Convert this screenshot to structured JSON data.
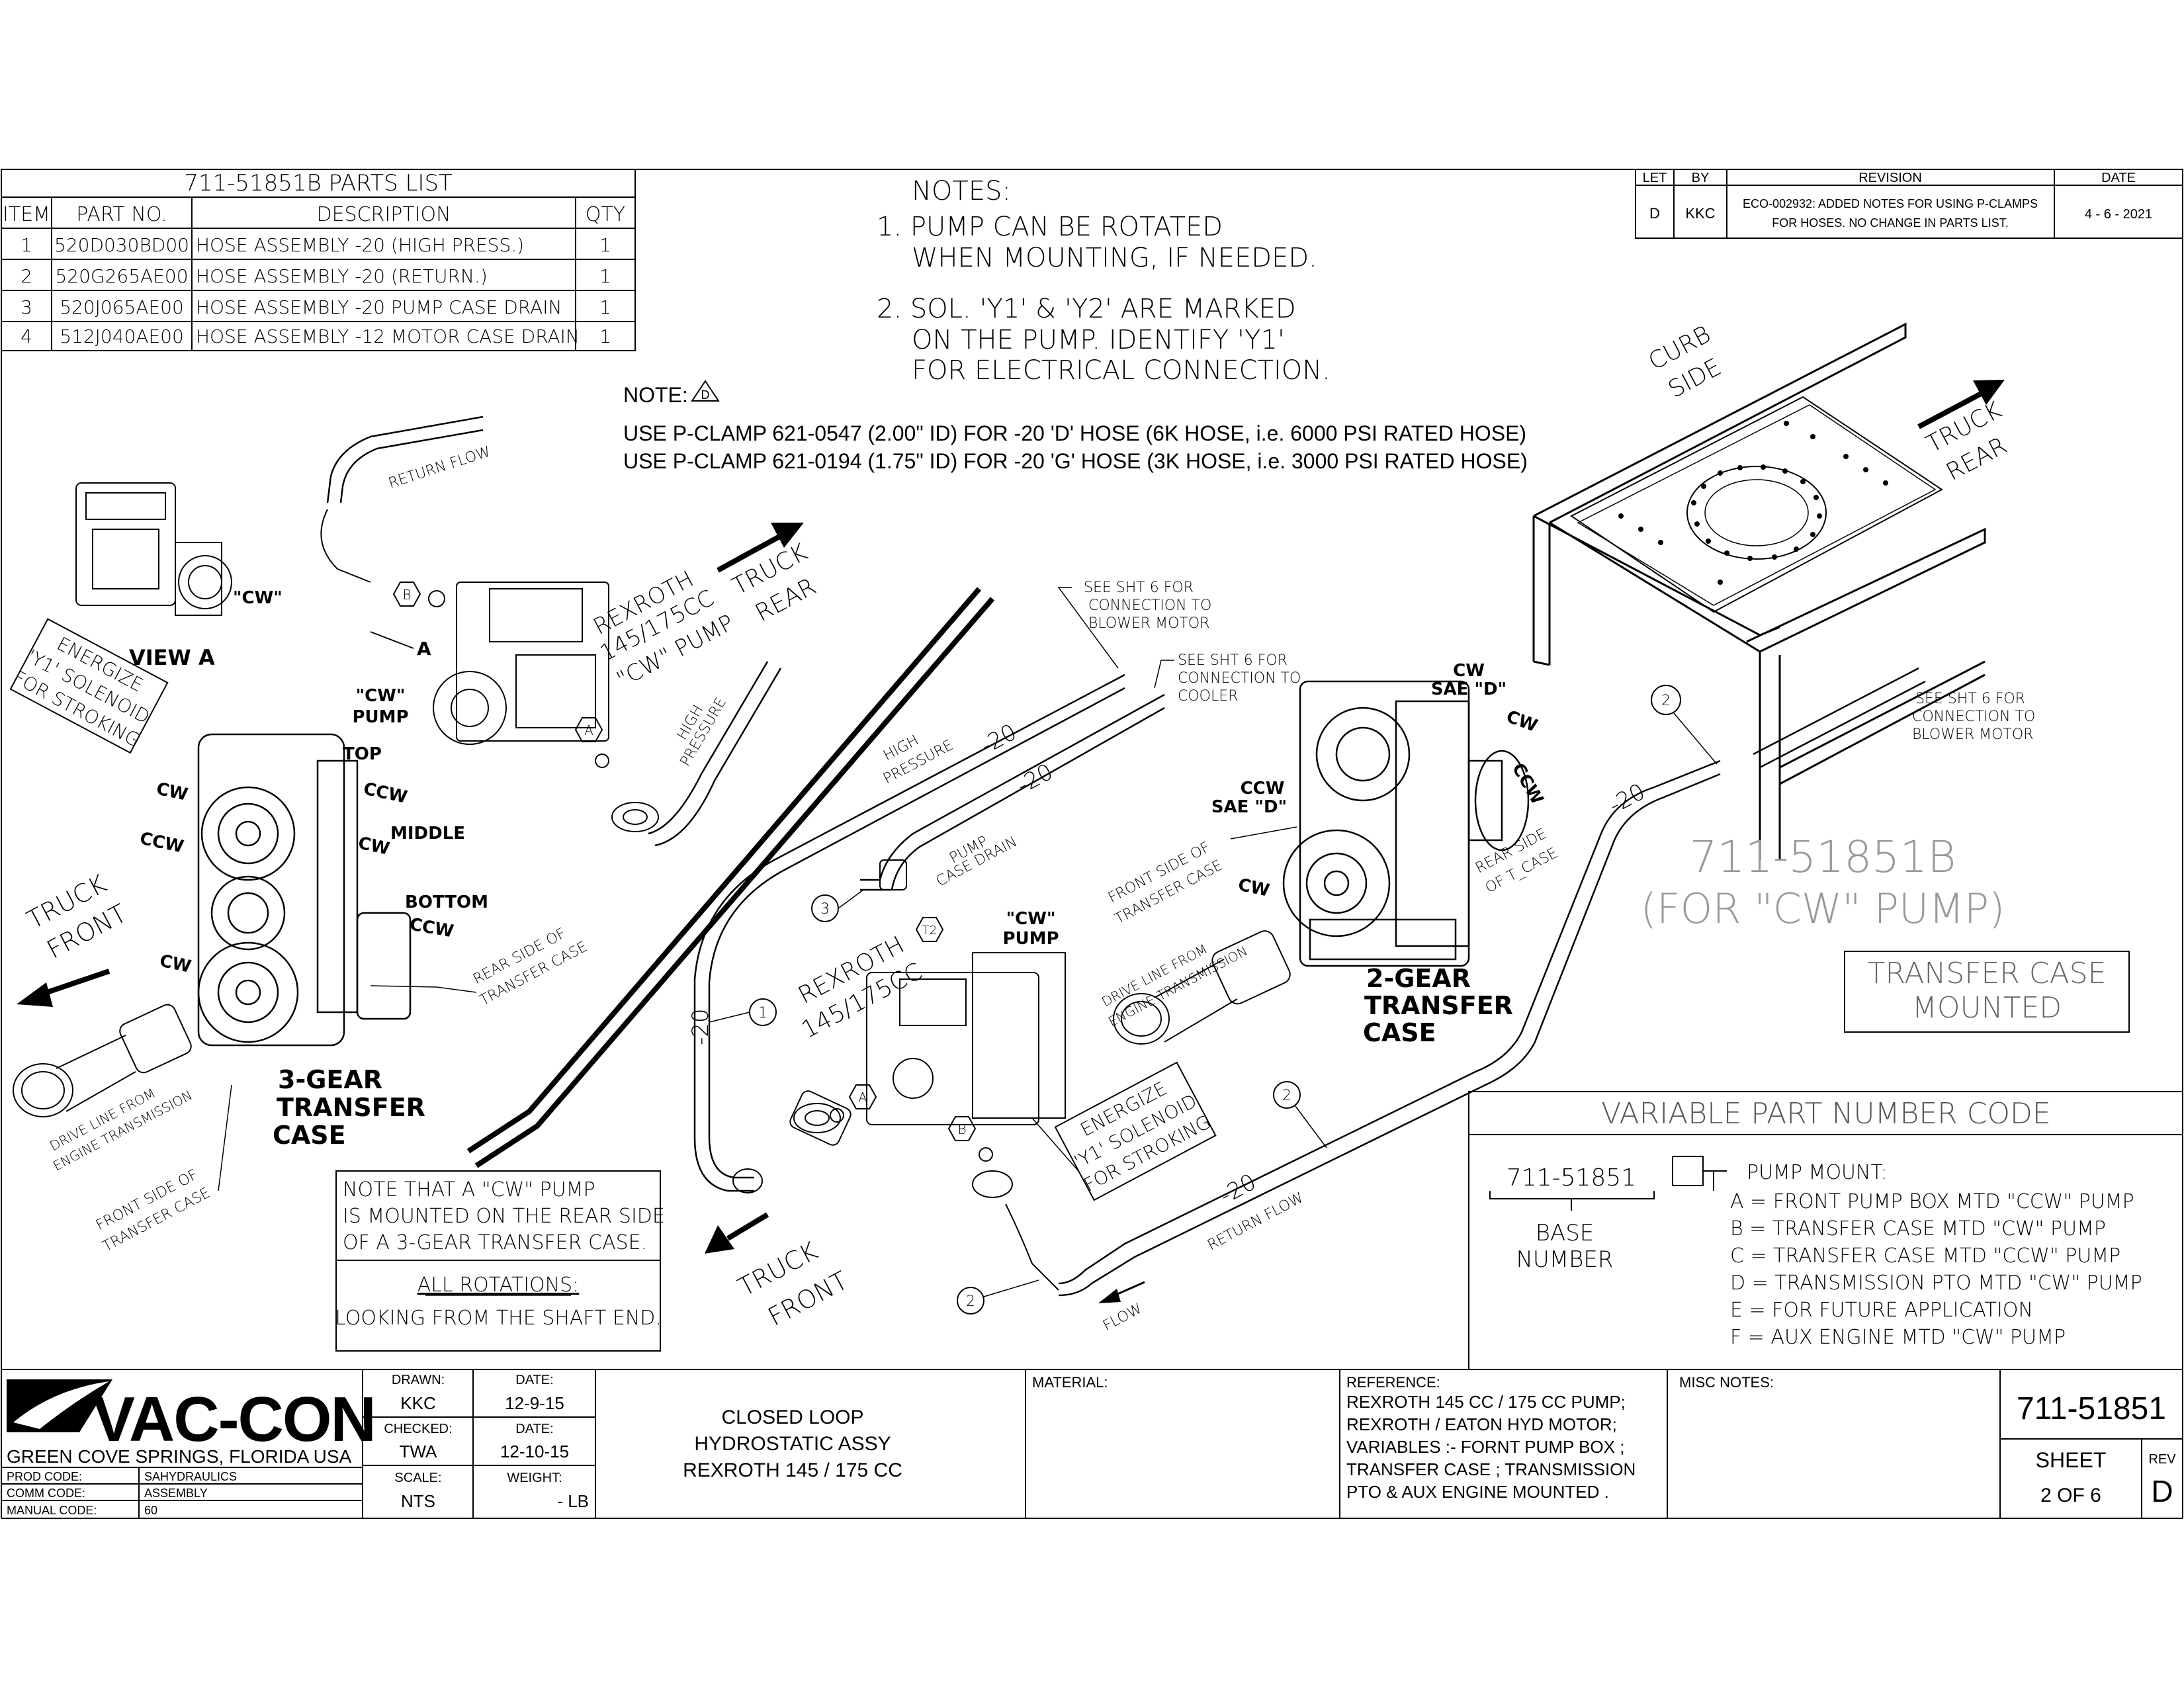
{
  "parts_list": {
    "title": "711-51851B PARTS LIST",
    "headers": [
      "ITEM",
      "PART NO.",
      "DESCRIPTION",
      "QTY"
    ],
    "rows": [
      [
        "1",
        "520D030BD00",
        "HOSE ASSEMBLY -20 (HIGH PRESS.)",
        "1"
      ],
      [
        "2",
        "520G265AE00",
        "HOSE ASSEMBLY -20 (RETURN.)",
        "1"
      ],
      [
        "3",
        "520J065AE00",
        "HOSE ASSEMBLY -20  PUMP CASE DRAIN",
        "1"
      ],
      [
        "4",
        "512J040AE00",
        "HOSE ASSEMBLY -12 MOTOR CASE DRAIN",
        "1"
      ]
    ]
  },
  "notes": {
    "title": "NOTES:",
    "lines": [
      "1. PUMP CAN BE ROTATED",
      "WHEN MOUNTING, IF NEEDED.",
      "2. SOL. 'Y1' & 'Y2' ARE MARKED",
      "ON THE PUMP. IDENTIFY 'Y1'",
      "FOR ELECTRICAL CONNECTION."
    ],
    "warning_label": "NOTE:",
    "warning_symbol": "D",
    "pclamp_lines": [
      "USE P-CLAMP 621-0547 (2.00\" ID) FOR -20 'D' HOSE (6K HOSE, i.e. 6000 PSI RATED HOSE)",
      "USE P-CLAMP 621-0194 (1.75\" ID) FOR -20 'G' HOSE (3K HOSE, i.e. 3000 PSI RATED HOSE)"
    ]
  },
  "revision": {
    "headers": [
      "LET",
      "BY",
      "REVISION",
      "DATE"
    ],
    "let": "D",
    "by": "KKC",
    "text": [
      "ECO-002932: ADDED NOTES FOR USING P-CLAMPS",
      "FOR HOSES. NO CHANGE IN PARTS LIST."
    ],
    "date": "4 - 6 - 2021"
  },
  "labels": {
    "curb_side": [
      "CURB",
      "SIDE"
    ],
    "truck_rear": [
      "TRUCK",
      "REAR"
    ],
    "truck_front": [
      "TRUCK",
      "FRONT"
    ],
    "return_flow": "RETURN FLOW",
    "flow": "FLOW",
    "high_pressure": [
      "HIGH",
      "PRESSURE"
    ],
    "pump_case_drain": [
      "PUMP",
      "CASE DRAIN"
    ],
    "rexroth_cw_pump": [
      "REXROTH",
      "145/175CC",
      "\"CW\" PUMP"
    ],
    "rexroth": [
      "REXROTH",
      "145/175CC"
    ],
    "cw_pump": [
      "\"CW\"",
      "PUMP"
    ],
    "cw_quoted": "\"CW\"",
    "view_a": "VIEW A",
    "energize": [
      "ENERGIZE",
      "'Y1' SOLENOID",
      "FOR STROKING"
    ],
    "top": "TOP",
    "middle": "MIDDLE",
    "bottom": "BOTTOM",
    "cw": "CW",
    "ccw": "CCW",
    "cw_sae_d": [
      "CW",
      "SAE \"D\""
    ],
    "ccw_sae_d": [
      "CCW",
      "SAE \"D\""
    ],
    "three_gear": [
      "3-GEAR",
      "TRANSFER",
      "CASE"
    ],
    "two_gear": [
      "2-GEAR",
      "TRANSFER",
      "CASE"
    ],
    "rear_side_transfer": [
      "REAR SIDE OF",
      "TRANSFER CASE"
    ],
    "front_side_transfer": [
      "FRONT SIDE OF",
      "TRANSFER CASE"
    ],
    "rear_side_tcase": [
      "REAR SIDE",
      "OF T_CASE"
    ],
    "drive_line": [
      "DRIVE LINE FROM",
      "ENGINE TRANSMISSION"
    ],
    "see_sht6_blower": [
      "SEE SHT 6 FOR",
      "CONNECTION TO",
      "BLOWER MOTOR"
    ],
    "see_sht6_cooler": [
      "SEE SHT 6 FOR",
      "CONNECTION TO",
      "COOLER"
    ],
    "hose_size": "-20",
    "letter_a": "A",
    "letter_b": "B",
    "t2": "T2",
    "callouts": [
      "1",
      "2",
      "3"
    ]
  },
  "cw_note": {
    "lines": [
      "NOTE THAT A \"CW\" PUMP",
      "IS MOUNTED ON THE REAR SIDE",
      "OF A 3-GEAR TRANSFER CASE."
    ],
    "rotations_title": "ALL ROTATIONS:",
    "rotations_text": "LOOKING FROM THE SHAFT END."
  },
  "big_title": {
    "part": "711-51851B",
    "sub": "(FOR \"CW\" PUMP)",
    "mount": [
      "TRANSFER CASE",
      "MOUNTED"
    ]
  },
  "variable_code": {
    "title": "VARIABLE PART NUMBER CODE",
    "base": "711-51851",
    "base_label": [
      "BASE",
      "NUMBER"
    ],
    "pump_mount": "PUMP MOUNT:",
    "options": [
      "A = FRONT PUMP BOX MTD  \"CCW\" PUMP",
      "B = TRANSFER CASE MTD \"CW\" PUMP",
      "C = TRANSFER CASE MTD \"CCW\" PUMP",
      "D = TRANSMISSION PTO MTD \"CW\" PUMP",
      "E = FOR FUTURE APPLICATION",
      "F = AUX ENGINE MTD \"CW\" PUMP"
    ]
  },
  "title_block": {
    "company": "VAC-CON",
    "location": "GREEN COVE SPRINGS, FLORIDA USA",
    "codes": [
      [
        "PROD CODE:",
        "SAHYDRAULICS"
      ],
      [
        "COMM CODE:",
        "ASSEMBLY"
      ],
      [
        "MANUAL CODE:",
        "60"
      ]
    ],
    "drawn_label": "DRAWN:",
    "drawn": "KKC",
    "date_label": "DATE:",
    "drawn_date": "12-9-15",
    "checked_label": "CHECKED:",
    "checked": "TWA",
    "checked_date": "12-10-15",
    "scale_label": "SCALE:",
    "scale": "NTS",
    "weight_label": "WEIGHT:",
    "weight": "- LB",
    "title": [
      "CLOSED  LOOP",
      "HYDROSTATIC  ASSY",
      "REXROTH  145 / 175 CC"
    ],
    "material_label": "MATERIAL:",
    "reference_label": "REFERENCE:",
    "reference": [
      "REXROTH  145 CC / 175 CC  PUMP;",
      "REXROTH  /  EATON  HYD  MOTOR;",
      "VARIABLES :-   FORNT  PUMP  BOX ;",
      "TRANSFER  CASE ; TRANSMISSION",
      "PTO  &  AUX  ENGINE  MOUNTED ."
    ],
    "misc_label": "MISC NOTES:",
    "drawing_number": "711-51851",
    "sheet_label": "SHEET",
    "sheet": "2 OF 6",
    "rev_label": "REV",
    "rev": "D"
  }
}
